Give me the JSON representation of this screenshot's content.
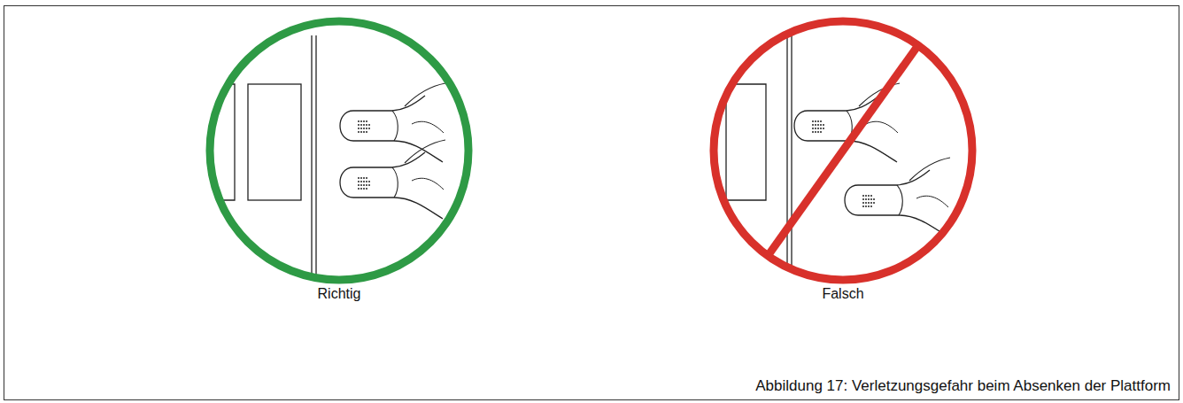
{
  "diagram": {
    "caption": "Abbildung 17: Verletzungsgefahr beim Absenken der Plattform",
    "labels": [
      "Richtig",
      "Falsch"
    ]
  }
}
